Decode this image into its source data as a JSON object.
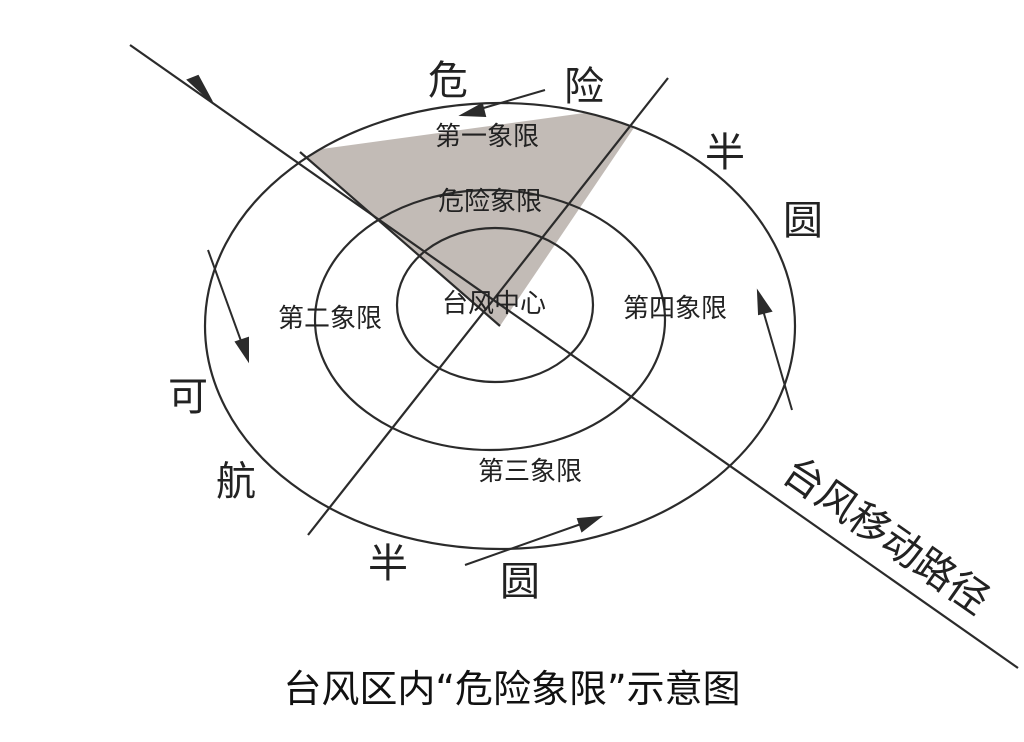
{
  "caption": "台风区内“危险象限”示意图",
  "labels": {
    "center": "台风中心",
    "quadrant_1": "第一象限",
    "danger_quadrant": "危险象限",
    "quadrant_2": "第二象限",
    "quadrant_3": "第三象限",
    "quadrant_4": "第四象限",
    "typhoon_path": "台风移动路径"
  },
  "semicircles": {
    "dangerous": {
      "chars": [
        "危",
        "险",
        "半",
        "圆"
      ]
    },
    "navigable": {
      "chars": [
        "可",
        "航",
        "半",
        "圆"
      ]
    }
  },
  "colors": {
    "danger_fill": "#c2bbb6",
    "line": "#2b2b2b",
    "text": "#222222"
  }
}
